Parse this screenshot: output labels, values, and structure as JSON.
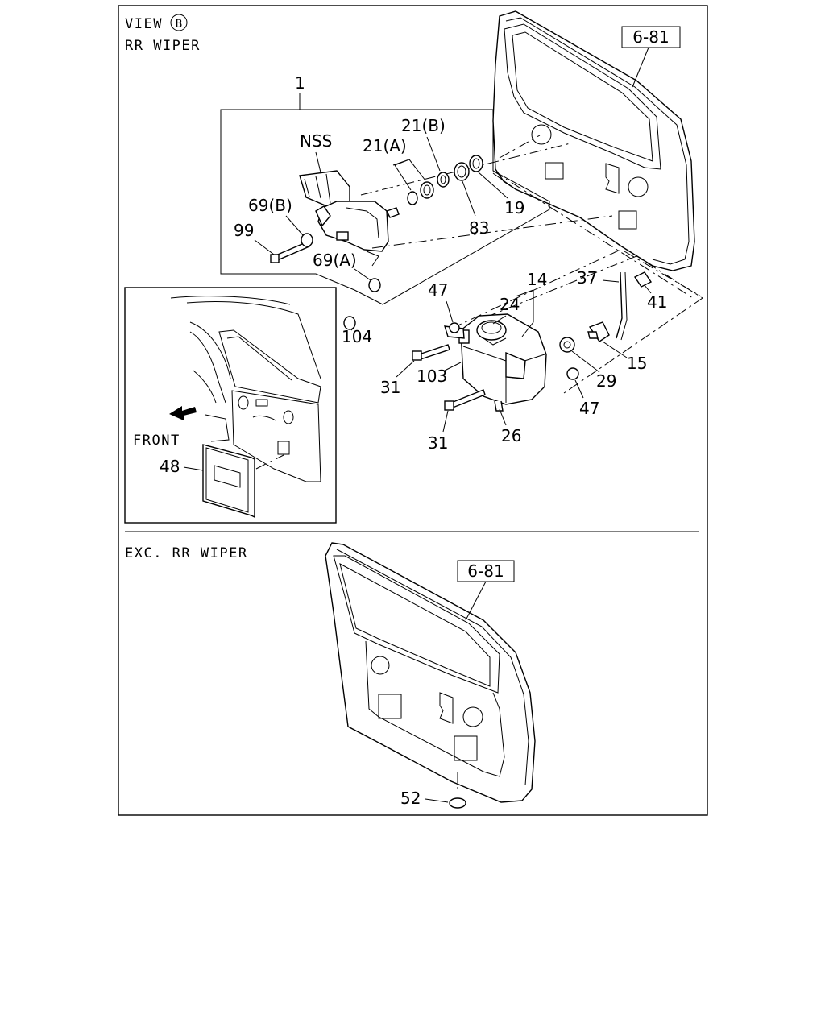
{
  "upper": {
    "view_label": "VIEW",
    "view_mark": "B",
    "variant_label": "RR WIPER",
    "ref_box": "6-81",
    "group_label": "1",
    "labels": {
      "nss": "NSS",
      "p21b": "21(B)",
      "p21a": "21(A)",
      "p69b": "69(B)",
      "p99": "99",
      "p83": "83",
      "p19": "19",
      "p69a": "69(A)",
      "p104": "104",
      "p47a": "47",
      "p14": "14",
      "p37": "37",
      "p41": "41",
      "p24": "24",
      "p31a": "31",
      "p103": "103",
      "p15": "15",
      "p29": "29",
      "p47b": "47",
      "p31b": "31",
      "p26": "26"
    },
    "inset": {
      "front_label": "FRONT",
      "p48": "48"
    }
  },
  "lower": {
    "variant_label": "EXC. RR WIPER",
    "ref_box": "6-81",
    "p52": "52"
  }
}
